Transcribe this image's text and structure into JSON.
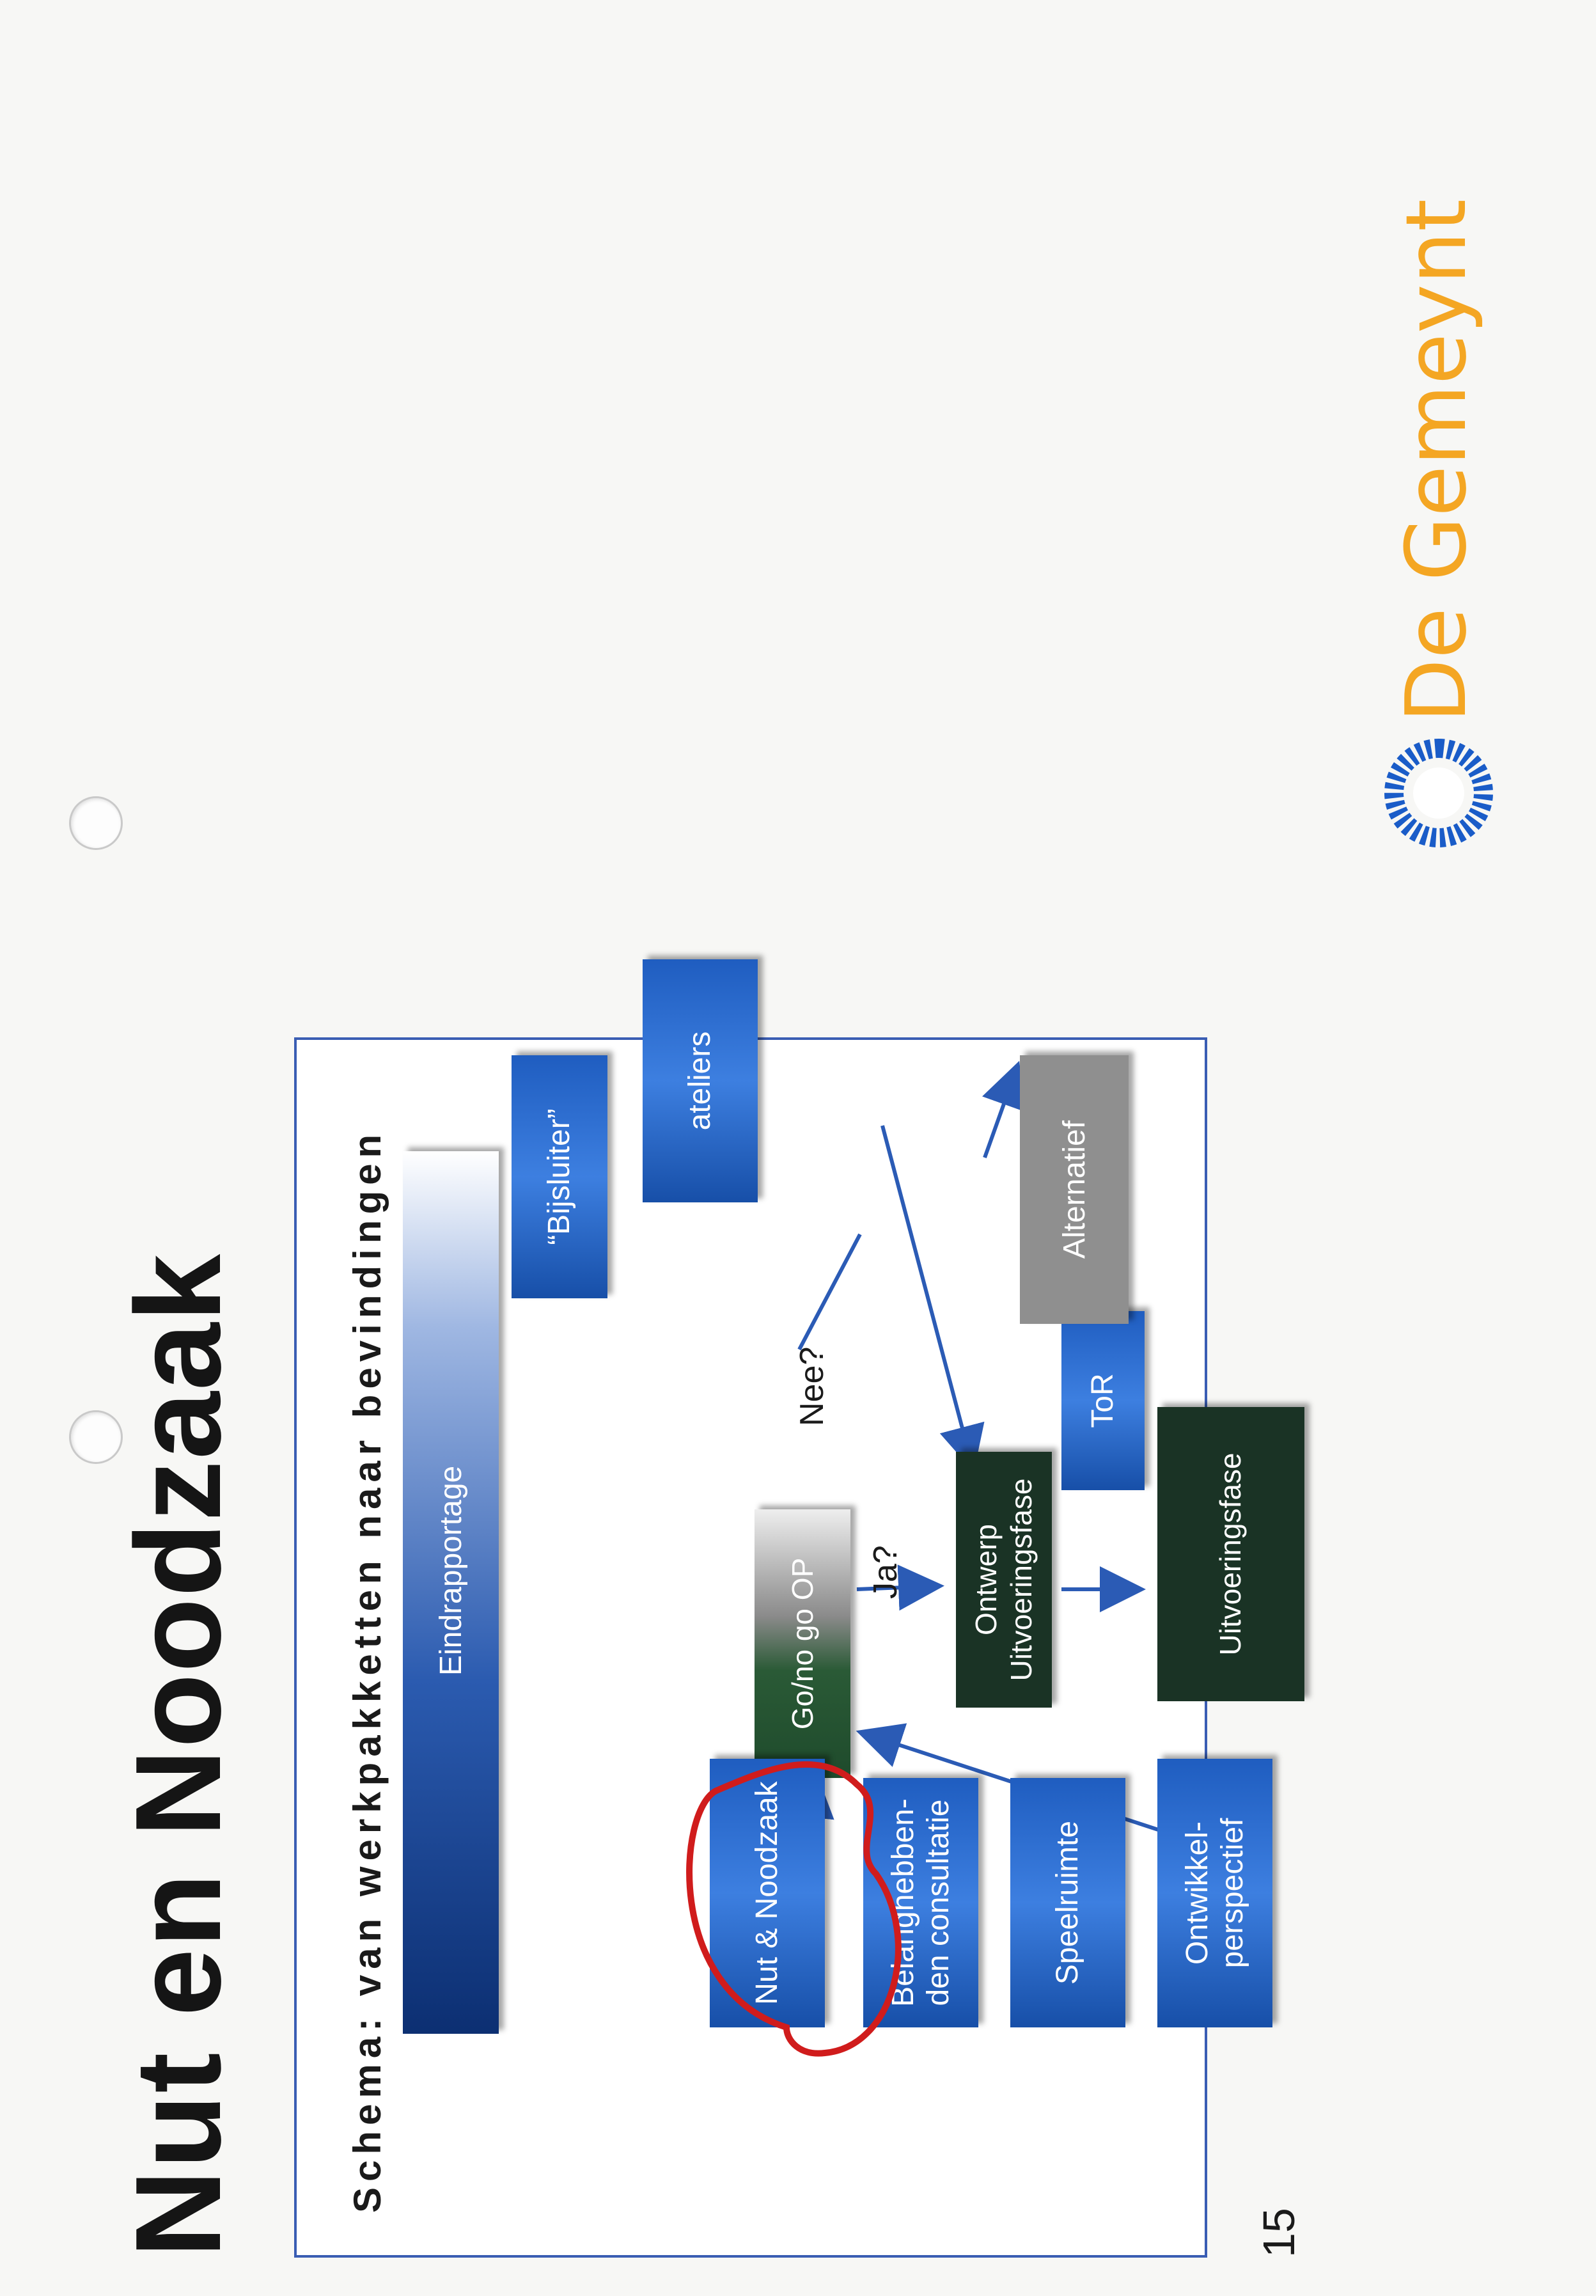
{
  "slide": {
    "title": "Nut en Noodzaak",
    "subtitle": "Schema: van werkpakketten naar bevindingen",
    "page_number": "15"
  },
  "diagram": {
    "eindrapportage": "Eindrapportage",
    "bijsluiter": "“Bijsluiter”",
    "ateliers": "ateliers",
    "alternatief": "Alternatief",
    "gono": "Go/no go OP",
    "nee": "Nee?",
    "ja": "Ja?",
    "tor": "ToR",
    "ontwerp_l1": "Ontwerp",
    "ontwerp_l2": "Uitvoeringsfase",
    "uitvoeringsfase": "Uitvoeringsfase",
    "inputs": [
      "Nut & Noodzaak",
      "Belanghebben-\nden consultatie",
      "Speelruimte",
      "Ontwikkel-\nperspectief"
    ]
  },
  "logo": {
    "text": "De Gemeynt",
    "color": "#f4a623",
    "mark_color": "#1a5cc8"
  },
  "annotation": {
    "type": "hand-drawn-circle",
    "color": "#d01c1c"
  }
}
